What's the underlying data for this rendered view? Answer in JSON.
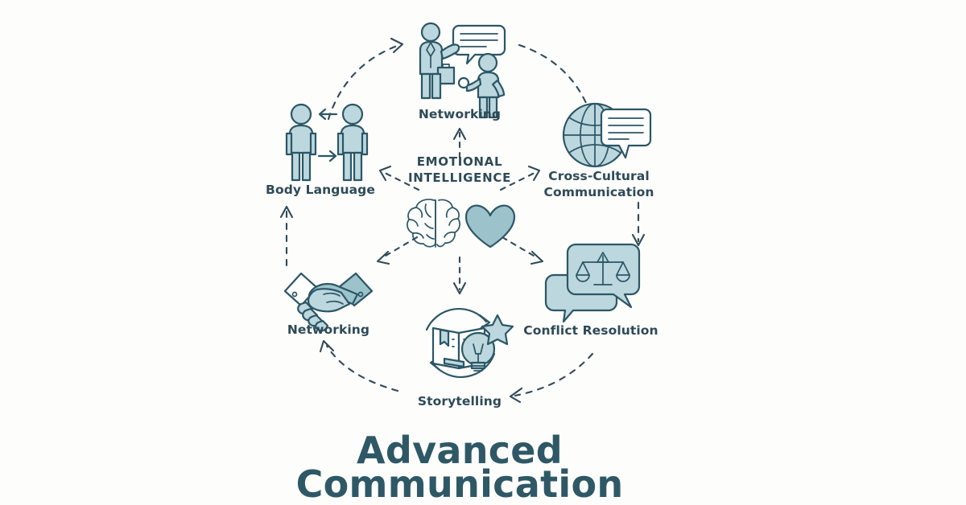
{
  "title": {
    "line1": "Advanced",
    "line2": "Communication"
  },
  "center": {
    "label_line1": "EMOTIONAL",
    "label_line2": "INTELLIGENCE",
    "icon": "brain-heart-icon"
  },
  "nodes": [
    {
      "id": "networking-top",
      "label": "Networking",
      "icon": "two-people-speech-bubble-icon",
      "position": "top"
    },
    {
      "id": "cross-cultural-communication",
      "label_line1": "Cross-Cultural",
      "label_line2": "Communication",
      "icon": "globe-speech-bubble-icon",
      "position": "top-right"
    },
    {
      "id": "conflict-resolution",
      "label": "Conflict Resolution",
      "icon": "speech-bubbles-scales-icon",
      "position": "bottom-right"
    },
    {
      "id": "storytelling",
      "label": "Storytelling",
      "icon": "book-lightbulb-star-icon",
      "position": "bottom"
    },
    {
      "id": "networking-bottom-left",
      "label": "Networking",
      "icon": "handshake-icon",
      "position": "bottom-left"
    },
    {
      "id": "body-language",
      "label": "Body Language",
      "icon": "two-figures-arrows-icon",
      "position": "top-left"
    }
  ],
  "colors": {
    "background": "#fdfdfc",
    "ink": "#2b5666",
    "label_text": "#2d4a57",
    "title_text": "#2e5866",
    "fill_light": "#bcd7dd",
    "fill_mid": "#9cc3cb",
    "dashed_line": "#2f4a57"
  },
  "connectors": {
    "outer_ring": "clockwise-dashed-arcs-with-arrowheads",
    "radial": "dashed-arrows-from-center-to-each-node"
  }
}
